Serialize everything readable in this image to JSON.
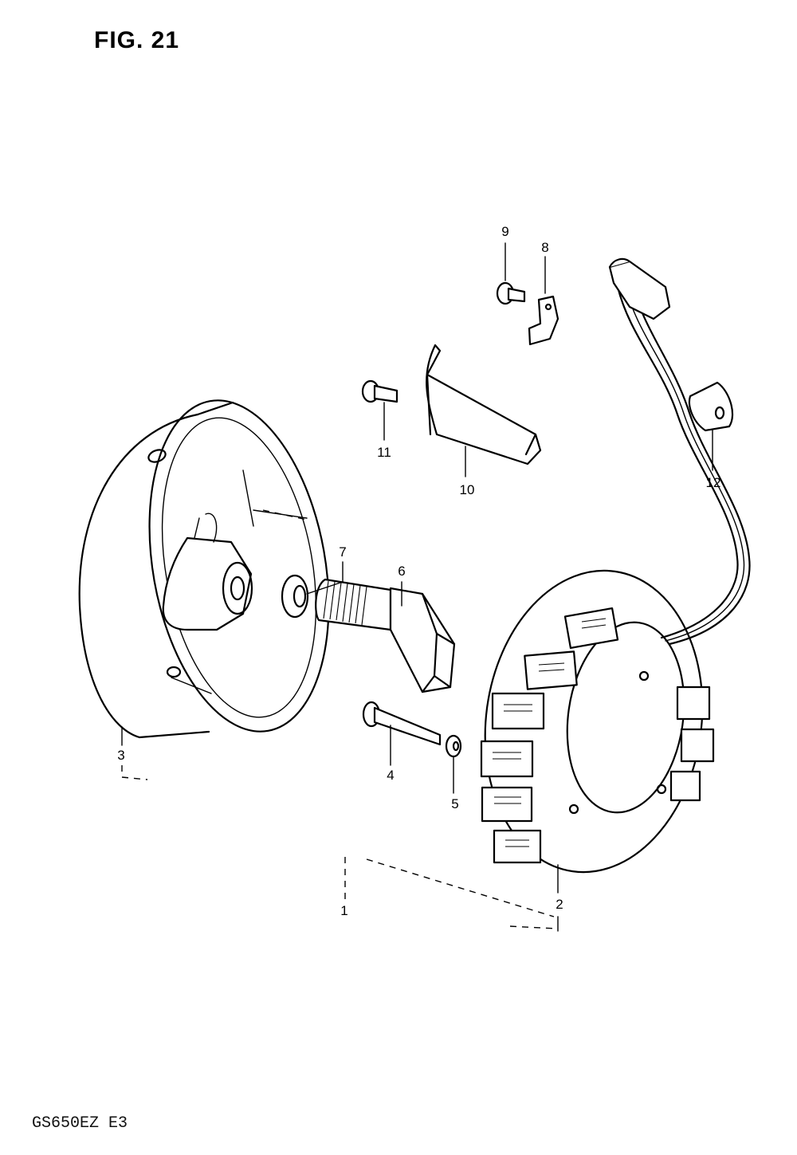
{
  "figure": {
    "title": "FIG. 21",
    "model_code": "GS650EZ  E3"
  },
  "callouts": [
    {
      "id": "1",
      "label": "1"
    },
    {
      "id": "2",
      "label": "2"
    },
    {
      "id": "3",
      "label": "3"
    },
    {
      "id": "4",
      "label": "4"
    },
    {
      "id": "5",
      "label": "5"
    },
    {
      "id": "6",
      "label": "6"
    },
    {
      "id": "7",
      "label": "7"
    },
    {
      "id": "8",
      "label": "8"
    },
    {
      "id": "9",
      "label": "9"
    },
    {
      "id": "10",
      "label": "10"
    },
    {
      "id": "11",
      "label": "11"
    },
    {
      "id": "12",
      "label": "12"
    }
  ]
}
